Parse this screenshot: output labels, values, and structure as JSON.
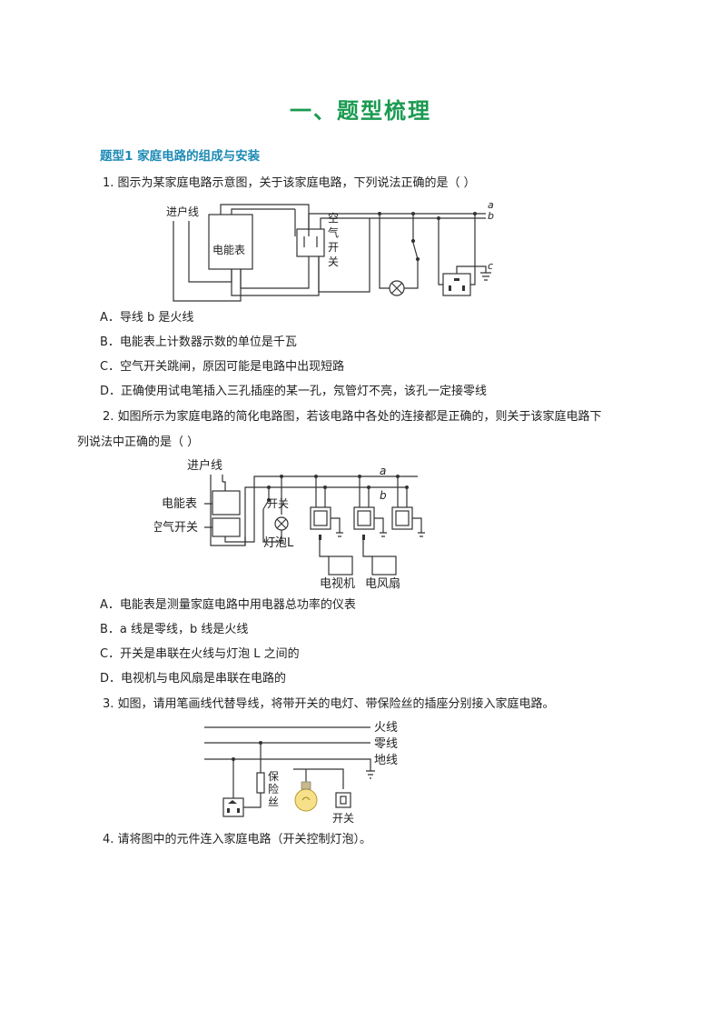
{
  "title": "一、题型梳理",
  "section": "题型1  家庭电路的组成与安装",
  "q1": {
    "stem": "1. 图示为某家庭电路示意图，关于该家庭电路，下列说法正确的是（    ）",
    "labels": {
      "in": "进户线",
      "meter": "电能表",
      "breaker": [
        "空",
        "气",
        "开",
        "关"
      ],
      "a": "a",
      "b": "b",
      "c": "c"
    },
    "options": [
      "A．导线 b 是火线",
      "B．电能表上计数器示数的单位是千瓦",
      "C．空气开关跳闸，原因可能是电路中出现短路",
      "D．正确使用试电笔插入三孔插座的某一孔，氖管灯不亮，该孔一定接零线"
    ]
  },
  "q2": {
    "stem1": "2. 如图所示为家庭电路的简化电路图，若该电路中各处的连接都是正确的，则关于该家庭电路下",
    "stem2": "列说法中正确的是（        ）",
    "labels": {
      "in": "进户线",
      "meter": "电能表",
      "breaker": "空气开关",
      "switch": "开关",
      "lamp": "灯泡L",
      "tv": "电视机",
      "fan": "电风扇",
      "a": "a",
      "b": "b"
    },
    "options": [
      "A．电能表是测量家庭电路中用电器总功率的仪表",
      "B．a 线是零线，b 线是火线",
      "C．开关是串联在火线与灯泡 L 之间的",
      "D．电视机与电风扇是串联在电路的"
    ]
  },
  "q3": {
    "stem": "3. 如图，请用笔画线代替导线，将带开关的电灯、带保险丝的插座分别接入家庭电路。",
    "labels": {
      "live": "火线",
      "neutral": "零线",
      "ground": "地线",
      "fuse": [
        "保",
        "险",
        "丝"
      ],
      "switch": "开关"
    }
  },
  "q4": {
    "stem": "4. 请将图中的元件连入家庭电路（开关控制灯泡）。"
  }
}
